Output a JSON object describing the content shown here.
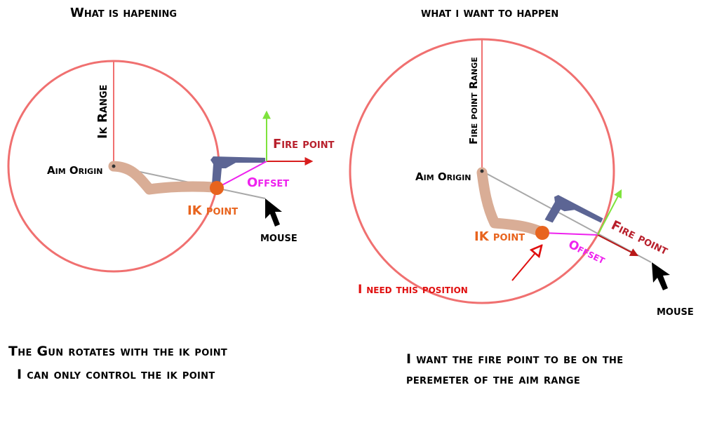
{
  "colors": {
    "circle": "#f07070",
    "arm": "#d9ad96",
    "gun": "#5c6594",
    "ik_point": "#e8641e",
    "fire_arrow": "#d81e1e",
    "up_arrow": "#7ee33c",
    "offset": "#ee22ee",
    "fire_label": "#b8202c",
    "need_label": "#e01010",
    "aim_line": "#a8a8a8"
  },
  "left": {
    "heading": "What is hapening",
    "range_label": "Ik Range",
    "aim_origin_label": "Aim Origin",
    "fire_point_label": "Fire point",
    "offset_label": "Offset",
    "ik_point_label": "IK point",
    "mouse_label": "mouse",
    "caption_line1": "The Gun rotates with the ik point",
    "caption_line2": "I can only control the ik point"
  },
  "right": {
    "heading": "what i want to happen",
    "range_label": "Fire point Range",
    "aim_origin_label": "Aim Origin",
    "fire_point_label": "Fire point",
    "offset_label": "Offset",
    "ik_point_label": "IK point",
    "mouse_label": "mouse",
    "need_label": "I need this position",
    "caption_line1": "I want the fire point to be on the",
    "caption_line2": "peremeter of the aim range"
  },
  "icons": {
    "cursor": "mouse-cursor-icon"
  }
}
